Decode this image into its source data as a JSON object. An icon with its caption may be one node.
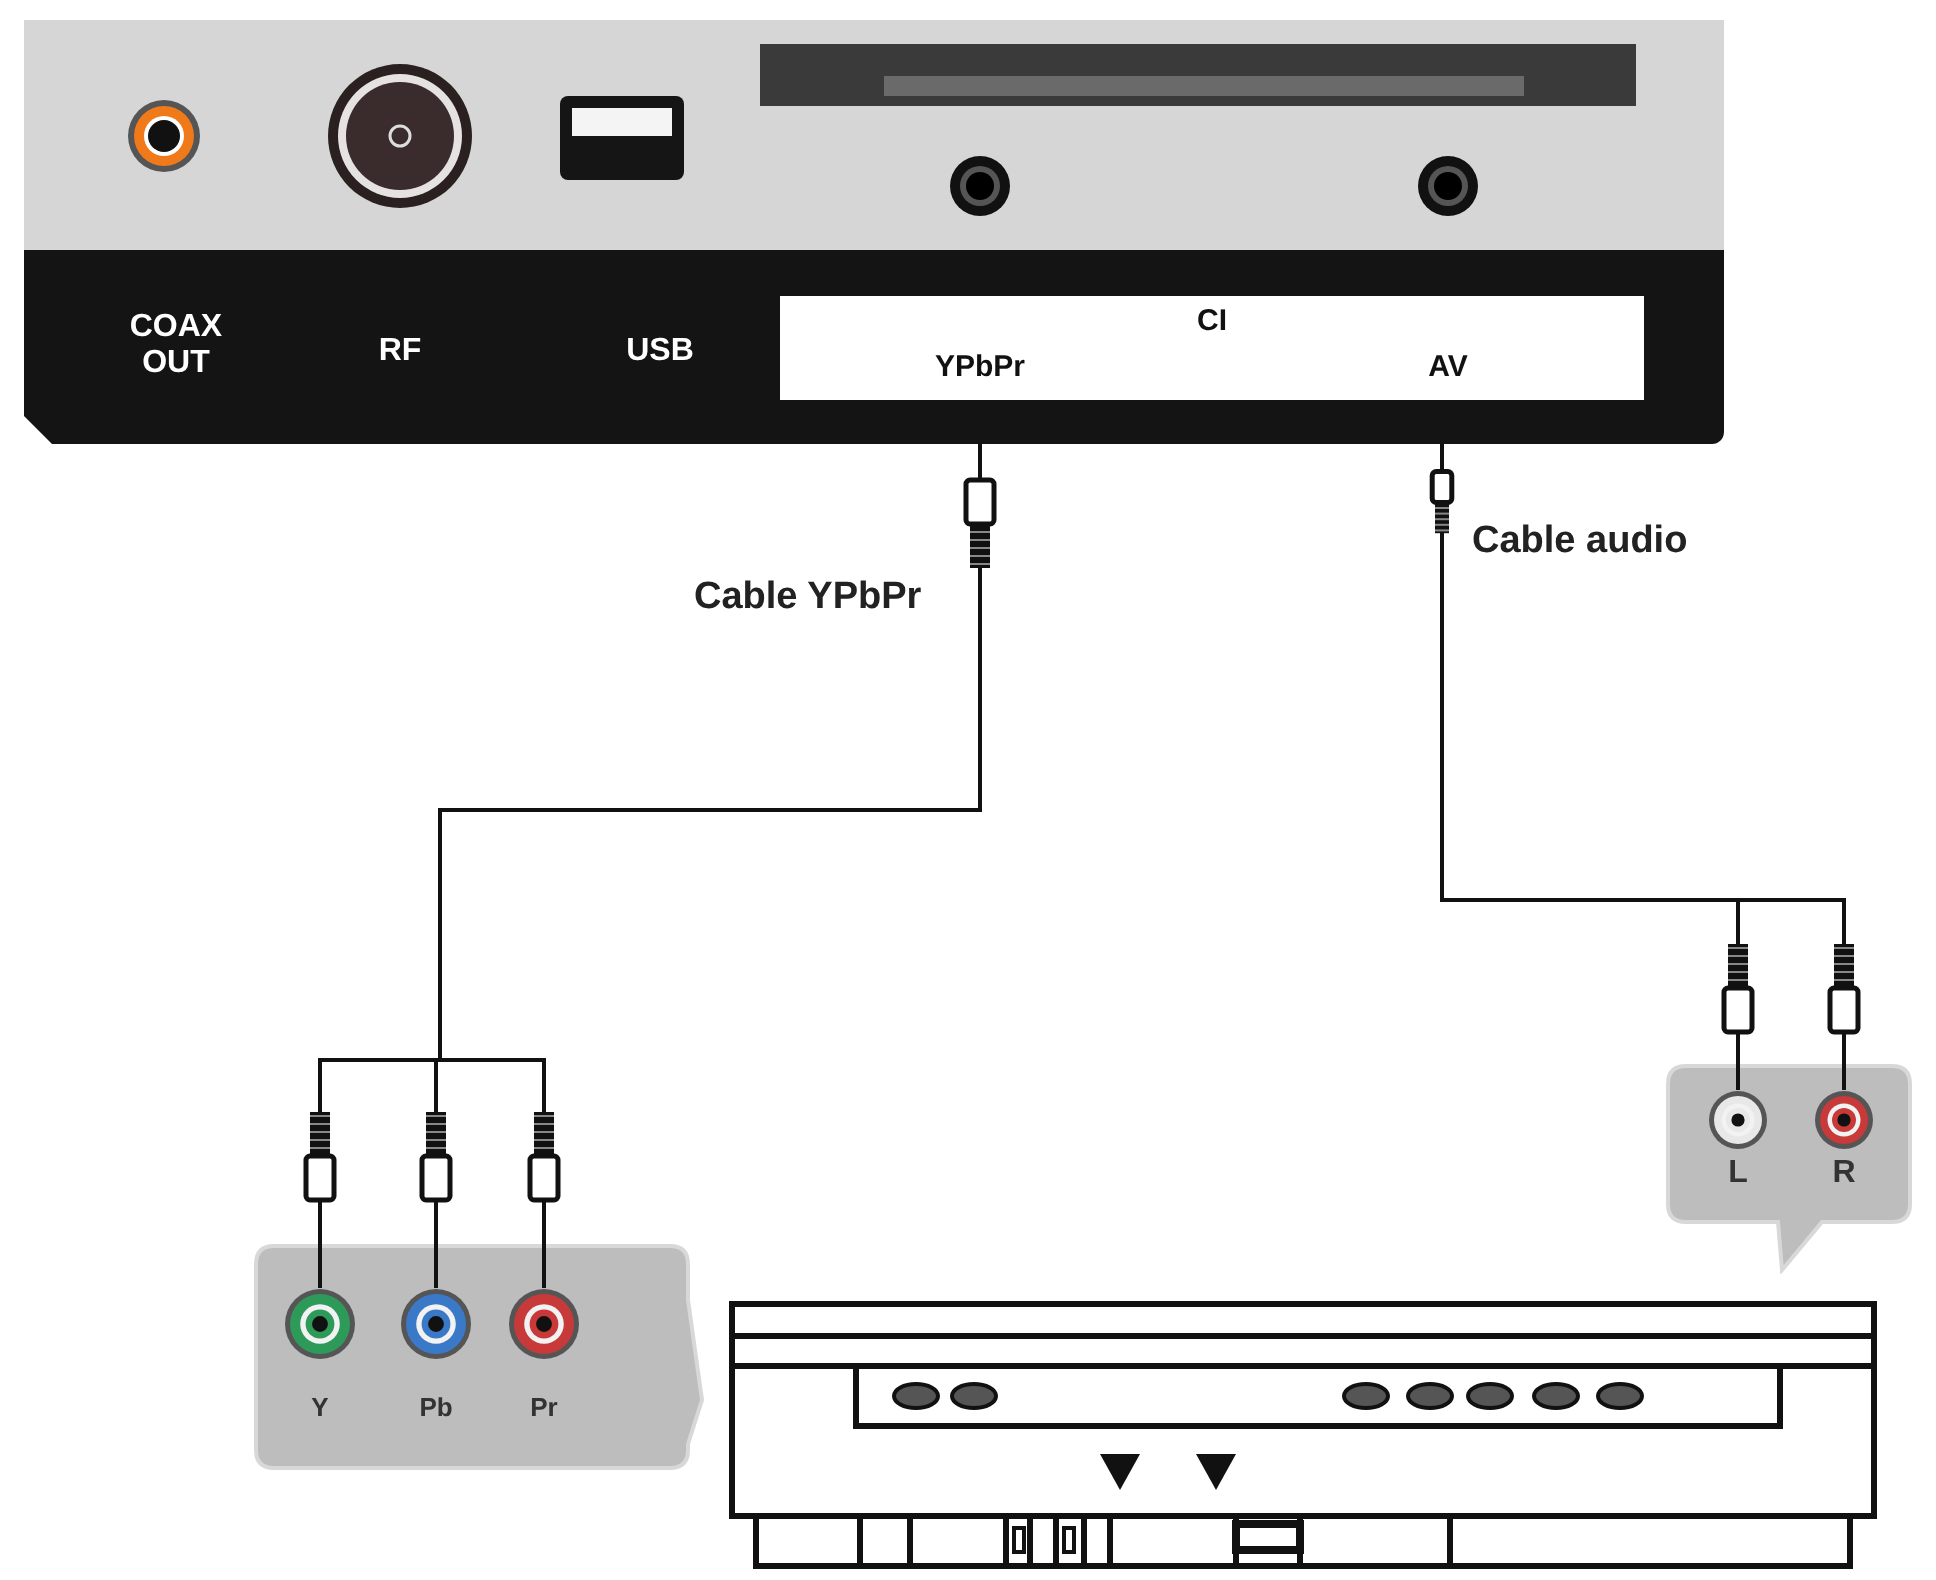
{
  "diagram": {
    "nodes": [
      {
        "text": [
          "COAX OUT",
          "RF",
          "USB"
        ]
      },
      {
        "text": [
          "CI",
          "YPbPr",
          "AV"
        ],
        "in": 0
      },
      {
        "text": [
          "Y",
          "Pb",
          "Pr"
        ]
      },
      {
        "text": [],
        "shape": "circle",
        "in": 2
      },
      {
        "text": [],
        "shape": "circle",
        "in": 2
      },
      {
        "text": [],
        "shape": "circle",
        "in": 2
      },
      {
        "text": [
          "L",
          "R"
        ]
      },
      {
        "text": [],
        "shape": "circle",
        "in": 6
      },
      {
        "text": [],
        "shape": "circle",
        "in": 6
      },
      {
        "text": [],
        "shape": "picture"
      }
    ],
    "edges": [
      {
        "from": 0,
        "to": 3,
        "arrow": "none",
        "label": "Cable YPbPr"
      },
      {
        "from": 0,
        "to": 4,
        "arrow": "none"
      },
      {
        "from": 0,
        "to": 5,
        "arrow": "none"
      },
      {
        "from": 0,
        "to": 7,
        "arrow": "none",
        "label": "Cable audio"
      },
      {
        "from": 0,
        "to": 8,
        "arrow": "none"
      }
    ]
  }
}
